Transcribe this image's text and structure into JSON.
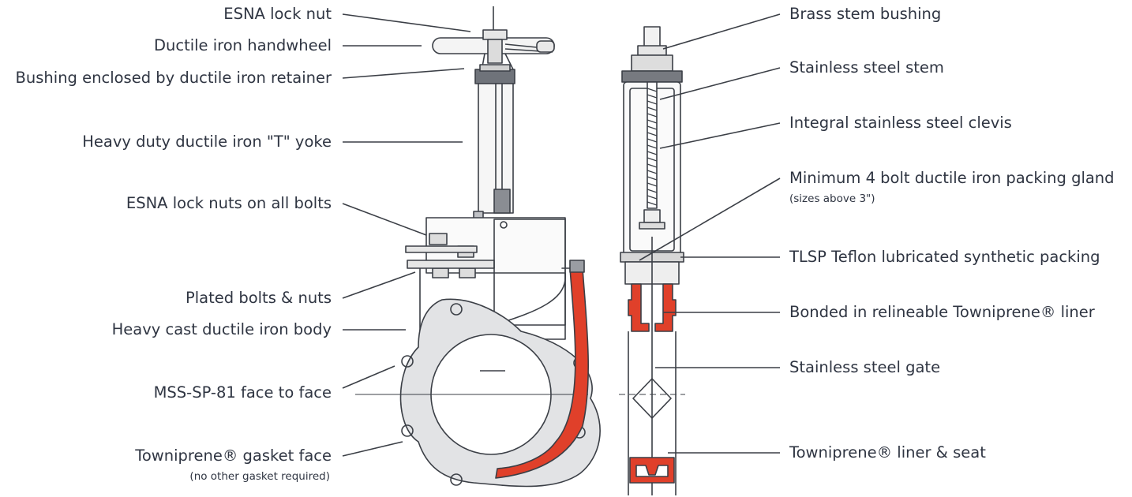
{
  "left_labels": [
    {
      "id": "esna-lock-nut",
      "text": "ESNA lock nut"
    },
    {
      "id": "handwheel",
      "text": "Ductile iron handwheel"
    },
    {
      "id": "bushing-retainer",
      "text": "Bushing enclosed by ductile iron retainer"
    },
    {
      "id": "t-yoke",
      "text": "Heavy duty ductile iron \"T\" yoke"
    },
    {
      "id": "lock-nuts-bolts",
      "text": "ESNA lock nuts on all bolts"
    },
    {
      "id": "plated-bolts",
      "text": "Plated bolts & nuts"
    },
    {
      "id": "cast-body",
      "text": "Heavy cast ductile iron body"
    },
    {
      "id": "face-to-face",
      "text": "MSS-SP-81 face to face"
    },
    {
      "id": "gasket-face",
      "text": "Towniprene® gasket face"
    }
  ],
  "left_sub": "(no other gasket required)",
  "right_labels": [
    {
      "id": "brass-bushing",
      "text": "Brass stem bushing"
    },
    {
      "id": "stem",
      "text": "Stainless steel stem"
    },
    {
      "id": "clevis",
      "text": "Integral stainless steel clevis"
    },
    {
      "id": "packing-gland",
      "text": "Minimum 4 bolt ductile iron packing gland"
    },
    {
      "id": "packing",
      "text": "TLSP Teflon lubricated synthetic packing"
    },
    {
      "id": "liner",
      "text": "Bonded in relineable Towniprene® liner"
    },
    {
      "id": "gate",
      "text": "Stainless steel gate"
    },
    {
      "id": "liner-seat",
      "text": "Towniprene® liner & seat"
    }
  ],
  "right_sub": "(sizes above 3\")",
  "colors": {
    "line": "#3b3f46",
    "liner_red": "#e0402a",
    "body_gray": "#9a9da3",
    "text": "#2f3542"
  }
}
